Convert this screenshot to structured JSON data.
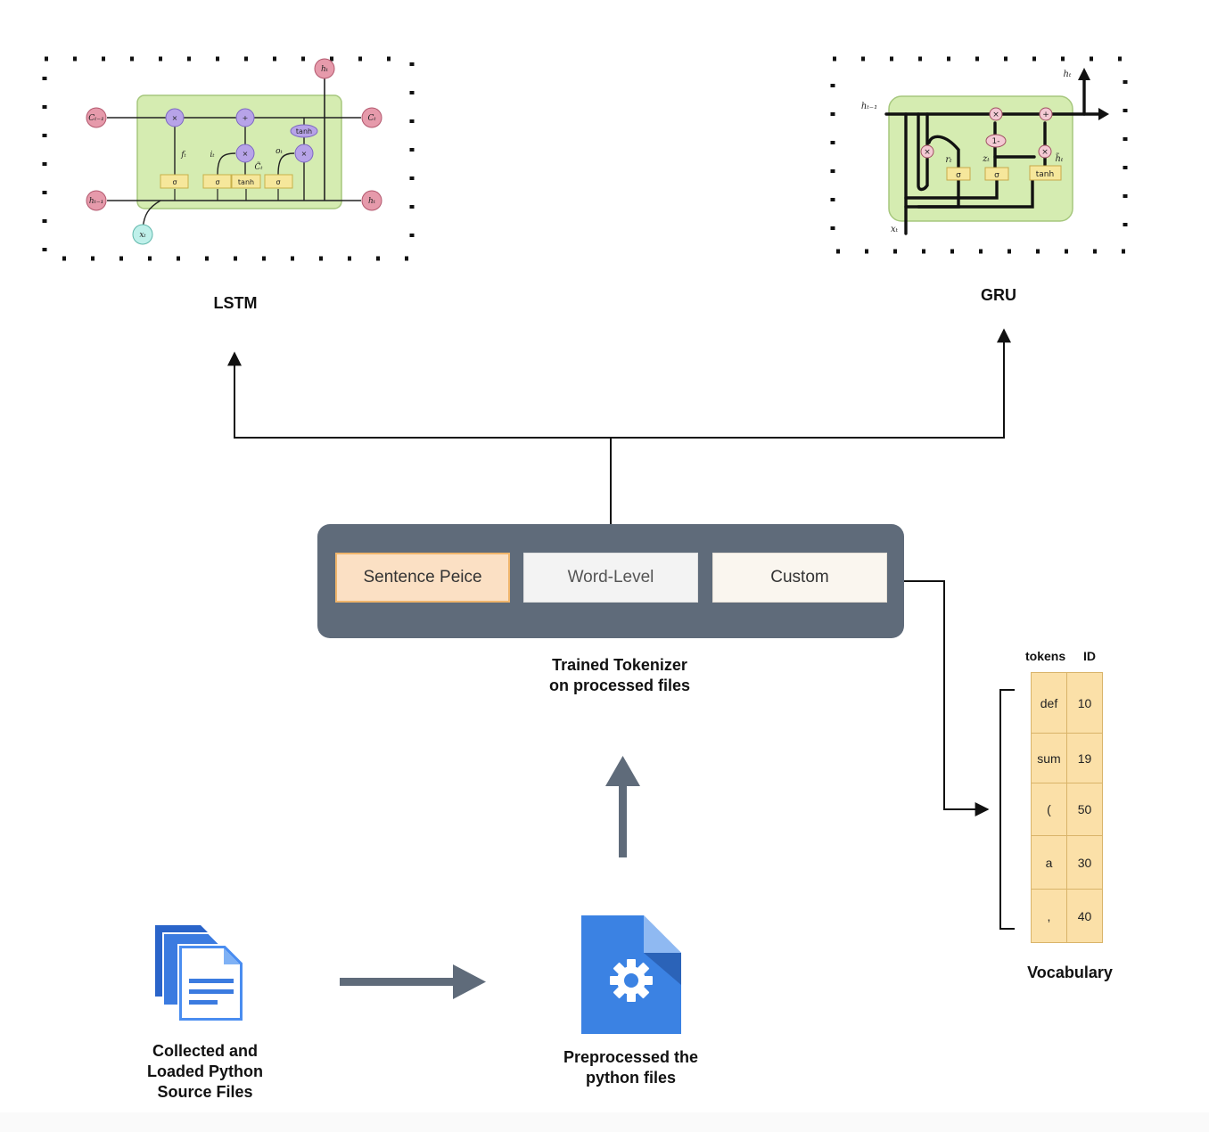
{
  "lstm": {
    "label": "LSTM",
    "symbols": {
      "c_prev": "Cₜ₋₁",
      "c_t": "Cₜ",
      "h_prev": "hₜ₋₁",
      "h_top": "hₜ",
      "h_right": "hₜ",
      "x": "xₜ",
      "f": "fₜ",
      "i": "iₜ",
      "o": "oₜ",
      "c_tilde": "C̃ₜ",
      "tanh": "tanh",
      "sigma": "σ",
      "times": "×",
      "plus": "+"
    }
  },
  "gru": {
    "label": "GRU",
    "symbols": {
      "h_prev": "hₜ₋₁",
      "h_t": "hₜ",
      "x": "xₜ",
      "r": "rₜ",
      "z": "zₜ",
      "h_tilde": "h̃ₜ",
      "one_minus": "1-",
      "sigma": "σ",
      "tanh": "tanh",
      "times": "×",
      "plus": "+"
    }
  },
  "tokenizer": {
    "options": [
      "Sentence Peice",
      "Word-Level",
      "Custom"
    ],
    "caption": [
      "Trained Tokenizer",
      "on processed files"
    ],
    "colors": {
      "panel": "#5f6b7a",
      "sentence": "#fbe0c4",
      "sentence_border": "#f0b56b",
      "word": "#f3f3f3",
      "custom": "#faf6ef"
    }
  },
  "vocabulary": {
    "headers": [
      "tokens",
      "ID"
    ],
    "rows": [
      {
        "token": "def",
        "id": "10"
      },
      {
        "token": "sum",
        "id": "19"
      },
      {
        "token": "(",
        "id": "50"
      },
      {
        "token": "a",
        "id": "30"
      },
      {
        "token": ",",
        "id": "40"
      }
    ],
    "label": "Vocabulary"
  },
  "sources": {
    "caption": [
      "Collected and",
      "Loaded Python",
      "Source Files"
    ]
  },
  "preprocess": {
    "caption": [
      "Preprocessed the",
      "python files"
    ]
  },
  "icons": {
    "files": "documents-icon",
    "gear_file": "settings-file-icon"
  }
}
